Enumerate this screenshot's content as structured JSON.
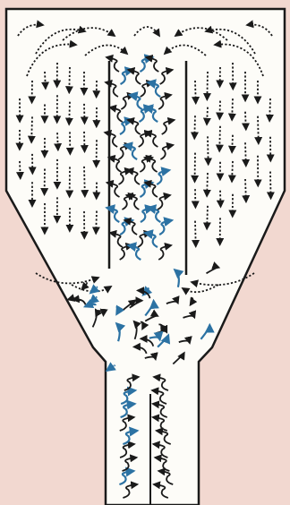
{
  "diagram": {
    "background_color": "#f2d8d0",
    "vessel_fill": "#fdfcf8",
    "outline_color": "#1a1a1a",
    "down_flow_color": "#1a1a1a",
    "up_flow_color": "#1a1a1a",
    "highlight_color": "#2c72a3",
    "flow_regions": [
      "left-circulation-loop",
      "right-circulation-loop",
      "central-draft-tube-upflow",
      "conical-mixing-zone",
      "left-lower-channel-upflow",
      "right-lower-channel-upflow"
    ]
  }
}
